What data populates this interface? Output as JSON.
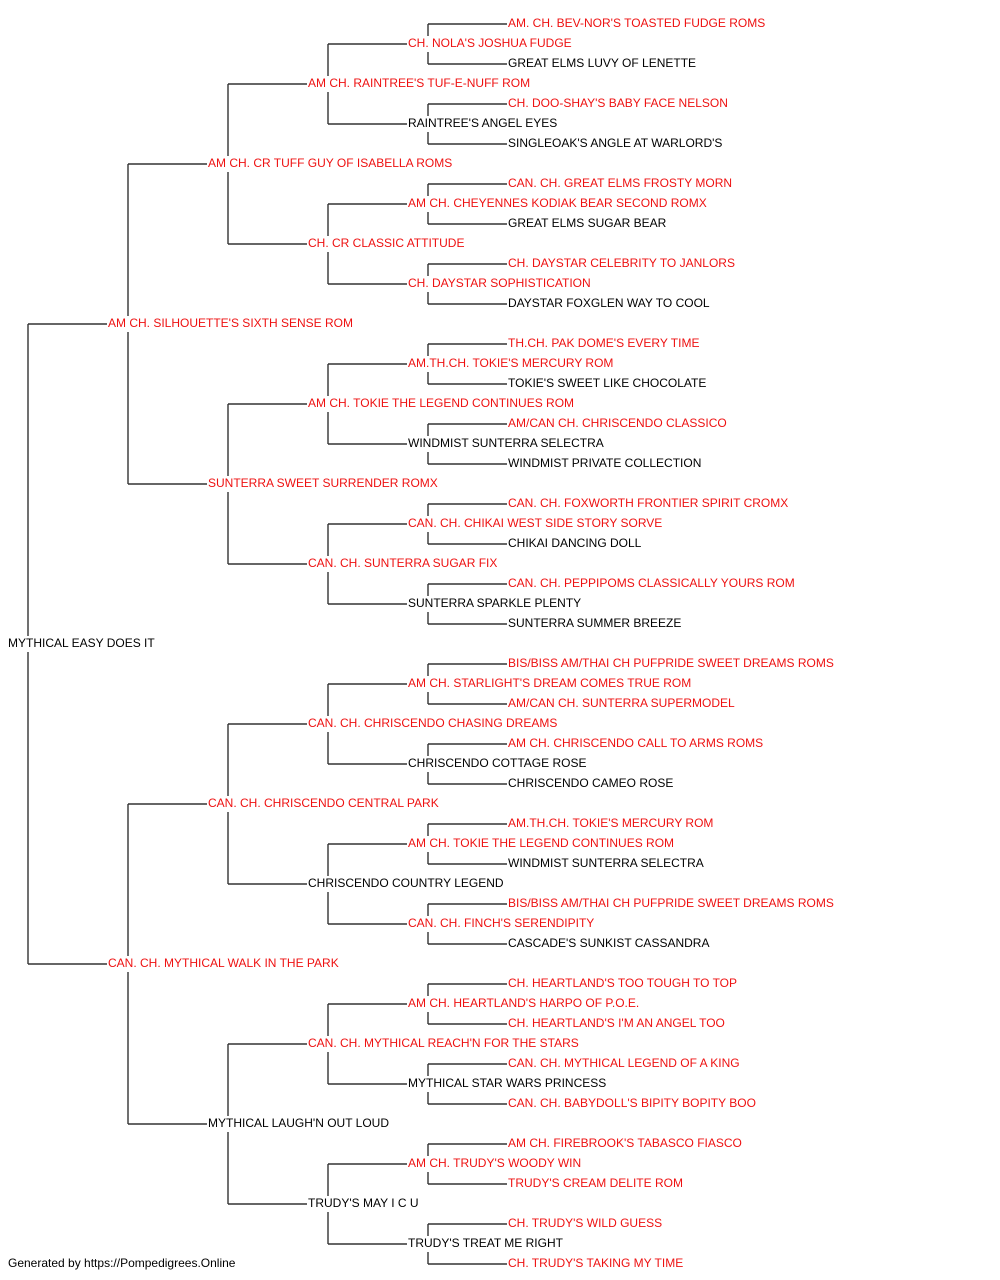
{
  "colors": {
    "champion": "#ee1111",
    "normal": "#000000",
    "line": "#333333"
  },
  "pedigree": [
    {
      "gen": 0,
      "name": "MYTHICAL EASY DOES IT",
      "champion": false
    },
    {
      "gen": 1,
      "name": "AM CH. SILHOUETTE'S SIXTH SENSE ROM",
      "champion": true
    },
    {
      "gen": 1,
      "name": "CAN. CH. MYTHICAL WALK IN THE PARK",
      "champion": true
    },
    {
      "gen": 2,
      "name": "AM CH. CR TUFF GUY OF ISABELLA ROMS",
      "champion": true
    },
    {
      "gen": 2,
      "name": "SUNTERRA SWEET SURRENDER ROMX",
      "champion": true
    },
    {
      "gen": 2,
      "name": "CAN. CH. CHRISCENDO CENTRAL PARK",
      "champion": true
    },
    {
      "gen": 2,
      "name": "MYTHICAL LAUGH'N OUT LOUD",
      "champion": false
    },
    {
      "gen": 3,
      "name": "AM CH. RAINTREE'S TUF-E-NUFF ROM",
      "champion": true
    },
    {
      "gen": 3,
      "name": "CH. CR CLASSIC ATTITUDE",
      "champion": true
    },
    {
      "gen": 3,
      "name": "AM CH. TOKIE THE LEGEND CONTINUES ROM",
      "champion": true
    },
    {
      "gen": 3,
      "name": "CAN. CH. SUNTERRA SUGAR FIX",
      "champion": true
    },
    {
      "gen": 3,
      "name": "CAN. CH. CHRISCENDO CHASING DREAMS",
      "champion": true
    },
    {
      "gen": 3,
      "name": "CHRISCENDO COUNTRY LEGEND",
      "champion": false
    },
    {
      "gen": 3,
      "name": "CAN. CH. MYTHICAL REACH'N FOR THE STARS",
      "champion": true
    },
    {
      "gen": 3,
      "name": "TRUDY'S MAY I C U",
      "champion": false
    },
    {
      "gen": 4,
      "name": "CH. NOLA'S JOSHUA FUDGE",
      "champion": true
    },
    {
      "gen": 4,
      "name": "RAINTREE'S ANGEL EYES",
      "champion": false
    },
    {
      "gen": 4,
      "name": "AM CH. CHEYENNES KODIAK BEAR SECOND ROMX",
      "champion": true
    },
    {
      "gen": 4,
      "name": "CH. DAYSTAR SOPHISTICATION",
      "champion": true
    },
    {
      "gen": 4,
      "name": "AM.TH.CH. TOKIE'S MERCURY ROM",
      "champion": true
    },
    {
      "gen": 4,
      "name": "WINDMIST SUNTERRA SELECTRA",
      "champion": false
    },
    {
      "gen": 4,
      "name": "CAN. CH. CHIKAI WEST SIDE STORY SORVE",
      "champion": true
    },
    {
      "gen": 4,
      "name": "SUNTERRA SPARKLE PLENTY",
      "champion": false
    },
    {
      "gen": 4,
      "name": "AM CH. STARLIGHT'S DREAM COMES TRUE ROM",
      "champion": true
    },
    {
      "gen": 4,
      "name": "CHRISCENDO COTTAGE ROSE",
      "champion": false
    },
    {
      "gen": 4,
      "name": "AM CH. TOKIE THE LEGEND CONTINUES ROM",
      "champion": true
    },
    {
      "gen": 4,
      "name": "CAN. CH. FINCH'S SERENDIPITY",
      "champion": true
    },
    {
      "gen": 4,
      "name": "AM CH. HEARTLAND'S HARPO OF P.O.E.",
      "champion": true
    },
    {
      "gen": 4,
      "name": "MYTHICAL STAR WARS PRINCESS",
      "champion": false
    },
    {
      "gen": 4,
      "name": "AM CH. TRUDY'S WOODY WIN",
      "champion": true
    },
    {
      "gen": 4,
      "name": "TRUDY'S TREAT ME RIGHT",
      "champion": false
    },
    {
      "gen": 5,
      "name": "AM. CH. BEV-NOR'S TOASTED FUDGE ROMS",
      "champion": true
    },
    {
      "gen": 5,
      "name": "GREAT ELMS LUVY OF LENETTE",
      "champion": false
    },
    {
      "gen": 5,
      "name": "CH. DOO-SHAY'S BABY FACE NELSON",
      "champion": true
    },
    {
      "gen": 5,
      "name": "SINGLEOAK'S ANGLE AT WARLORD'S",
      "champion": false
    },
    {
      "gen": 5,
      "name": "CAN. CH. GREAT ELMS FROSTY MORN",
      "champion": true
    },
    {
      "gen": 5,
      "name": "GREAT ELMS SUGAR BEAR",
      "champion": false
    },
    {
      "gen": 5,
      "name": "CH. DAYSTAR CELEBRITY TO JANLORS",
      "champion": true
    },
    {
      "gen": 5,
      "name": "DAYSTAR FOXGLEN WAY TO COOL",
      "champion": false
    },
    {
      "gen": 5,
      "name": "TH.CH. PAK DOME'S EVERY TIME",
      "champion": true
    },
    {
      "gen": 5,
      "name": "TOKIE'S SWEET LIKE CHOCOLATE",
      "champion": false
    },
    {
      "gen": 5,
      "name": "AM/CAN CH. CHRISCENDO CLASSICO",
      "champion": true
    },
    {
      "gen": 5,
      "name": "WINDMIST PRIVATE COLLECTION",
      "champion": false
    },
    {
      "gen": 5,
      "name": "CAN. CH. FOXWORTH FRONTIER SPIRIT CROMX",
      "champion": true
    },
    {
      "gen": 5,
      "name": "CHIKAI DANCING DOLL",
      "champion": false
    },
    {
      "gen": 5,
      "name": "CAN. CH. PEPPIPOMS CLASSICALLY YOURS ROM",
      "champion": true
    },
    {
      "gen": 5,
      "name": "SUNTERRA SUMMER BREEZE",
      "champion": false
    },
    {
      "gen": 5,
      "name": "BIS/BISS AM/THAI CH PUFPRIDE SWEET DREAMS ROMS",
      "champion": true
    },
    {
      "gen": 5,
      "name": "AM/CAN CH. SUNTERRA SUPERMODEL",
      "champion": true
    },
    {
      "gen": 5,
      "name": "AM CH. CHRISCENDO CALL TO ARMS ROMS",
      "champion": true
    },
    {
      "gen": 5,
      "name": "CHRISCENDO CAMEO ROSE",
      "champion": false
    },
    {
      "gen": 5,
      "name": "AM.TH.CH. TOKIE'S MERCURY ROM",
      "champion": true
    },
    {
      "gen": 5,
      "name": "WINDMIST SUNTERRA SELECTRA",
      "champion": false
    },
    {
      "gen": 5,
      "name": "BIS/BISS AM/THAI CH PUFPRIDE SWEET DREAMS ROMS",
      "champion": true
    },
    {
      "gen": 5,
      "name": "CASCADE'S SUNKIST CASSANDRA",
      "champion": false
    },
    {
      "gen": 5,
      "name": "CH. HEARTLAND'S TOO TOUGH TO TOP",
      "champion": true
    },
    {
      "gen": 5,
      "name": "CH. HEARTLAND'S I'M AN ANGEL TOO",
      "champion": true
    },
    {
      "gen": 5,
      "name": "CAN. CH. MYTHICAL LEGEND OF A KING",
      "champion": true
    },
    {
      "gen": 5,
      "name": "CAN. CH. BABYDOLL'S BIPITY BOPITY BOO",
      "champion": true
    },
    {
      "gen": 5,
      "name": "AM CH. FIREBROOK'S TABASCO FIASCO",
      "champion": true
    },
    {
      "gen": 5,
      "name": "TRUDY'S CREAM DELITE ROM",
      "champion": true
    },
    {
      "gen": 5,
      "name": "CH. TRUDY'S WILD GUESS",
      "champion": true
    },
    {
      "gen": 5,
      "name": "CH. TRUDY'S TAKING MY TIME",
      "champion": true
    }
  ],
  "footer": "Generated by https://Pompedigrees.Online"
}
